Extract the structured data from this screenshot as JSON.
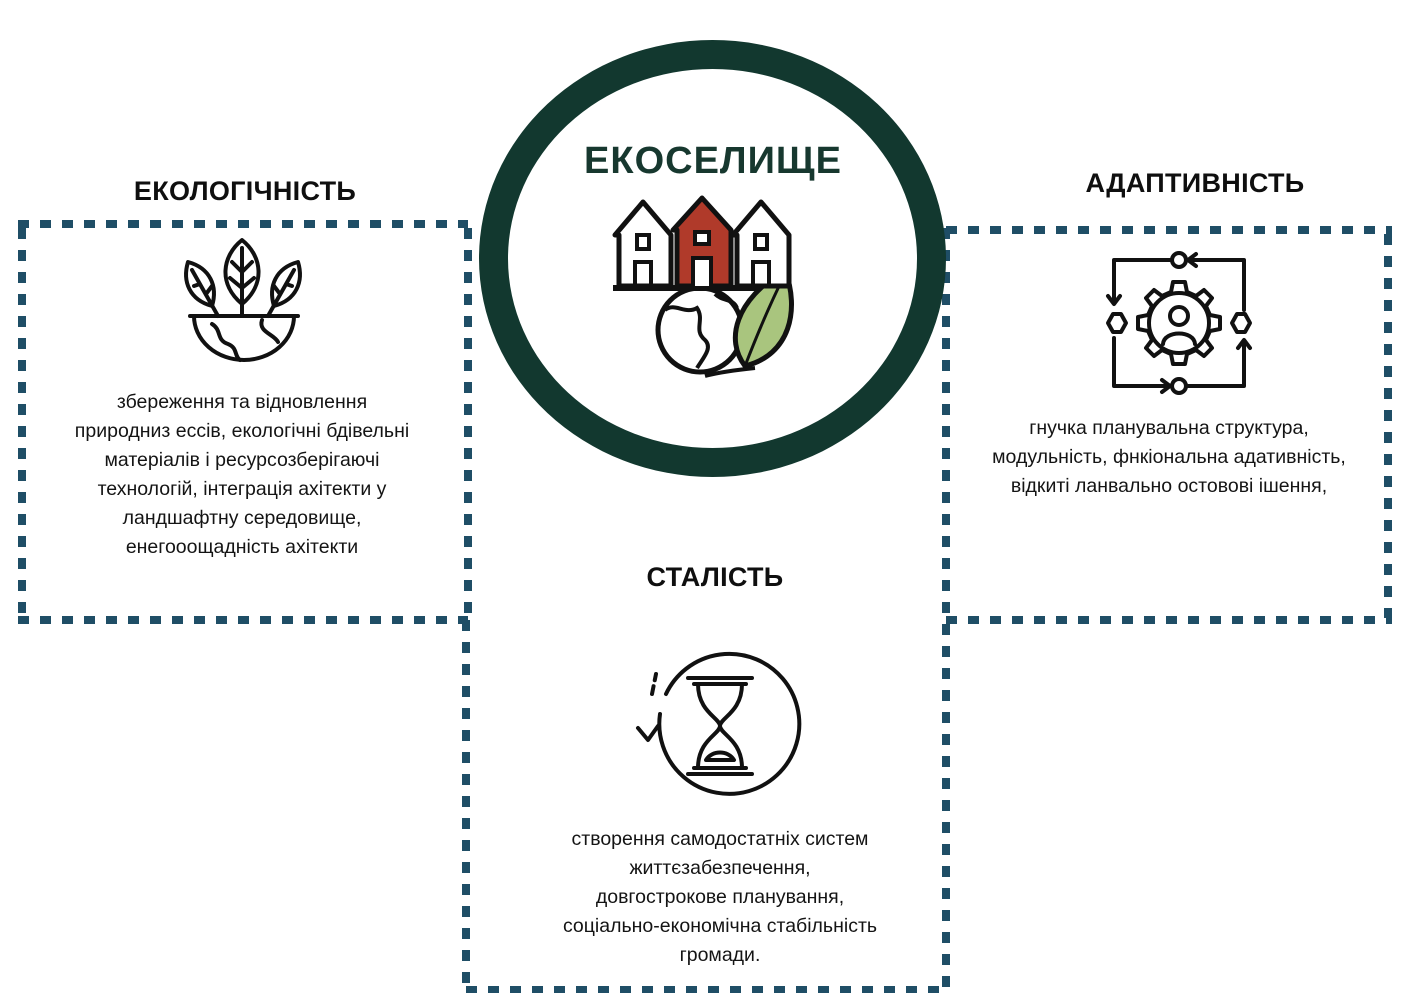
{
  "center": {
    "title": "ЕКОСЕЛИЩЕ",
    "ring_color": "#12382f",
    "icon": "eco-village-houses-globe-leaf-icon"
  },
  "dash_color": "#1f4e66",
  "sections": {
    "ecology": {
      "heading": "ЕКОЛОГІЧНІСТЬ",
      "icon": "leaves-over-globe-icon",
      "lines": [
        "збереження та відновлення",
        "природниз ессів, екологічні бдівельні",
        "матеріалів і ресурсозберігаючі",
        "технологій, інтеграція ахітекти у",
        "ландшафтну середовище,",
        "енегооощадність ахітекти"
      ]
    },
    "adaptivity": {
      "heading": "АДАПТИВНІСТЬ",
      "icon": "gear-user-cycle-icon",
      "lines": [
        "гнучка планувальна структура,",
        "модульність, фнкіональна адативність,",
        "відкиті ланвально остовові ішення,"
      ]
    },
    "sustainability": {
      "heading": "СТАЛІСТЬ",
      "icon": "hourglass-cycle-icon",
      "lines": [
        "створення самодостатніх систем",
        "життєзабезпечення,",
        "довгострокове планування,",
        "соціально-економічна стабільність",
        "громади."
      ]
    }
  }
}
